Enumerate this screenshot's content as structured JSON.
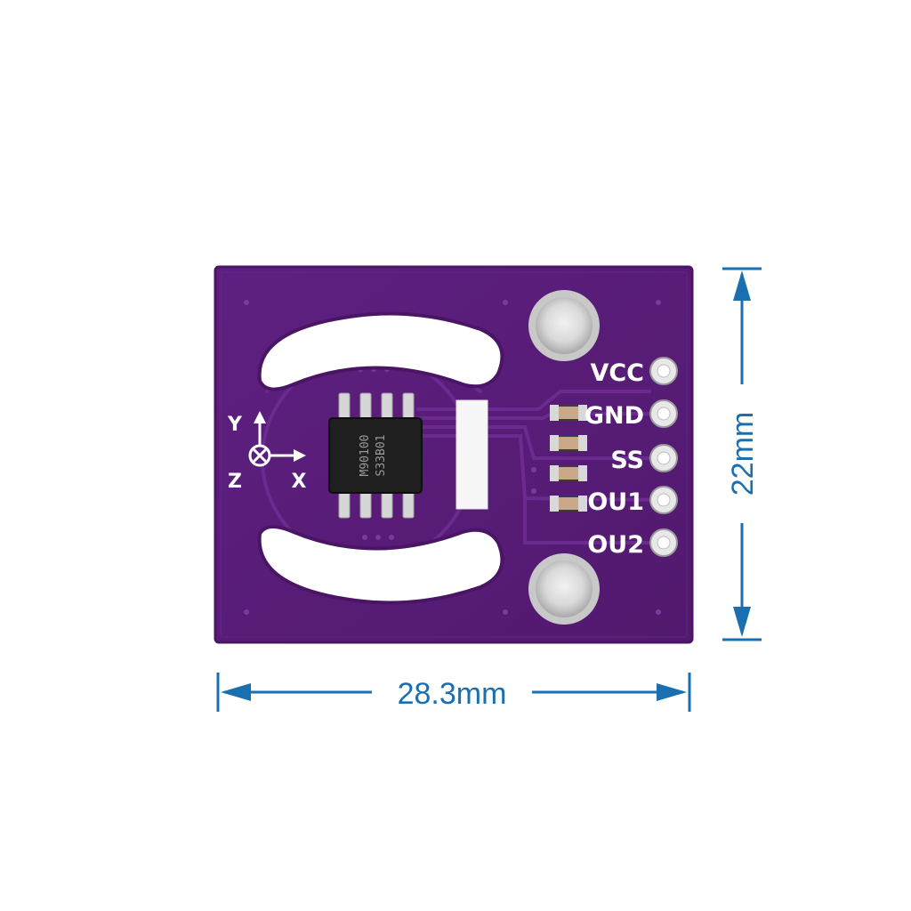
{
  "colors": {
    "background": "#ffffff",
    "pcb": "#5a1f78",
    "pcb_edge": "#4a1564",
    "trace": "#6b2a8f",
    "silkscreen": "#ffffff",
    "dimension": "#1a6fb0",
    "pad": "#c8c8c8",
    "chip": "#1f1f1f"
  },
  "board": {
    "pins": [
      "VCC",
      "GND",
      "SS",
      "OU1",
      "OU2"
    ],
    "axes": {
      "x": "X",
      "y": "Y",
      "z": "Z"
    },
    "chip_marking": [
      "M90100",
      "S33B01"
    ]
  },
  "dimensions": {
    "width": "28.3mm",
    "height": "22mm"
  }
}
